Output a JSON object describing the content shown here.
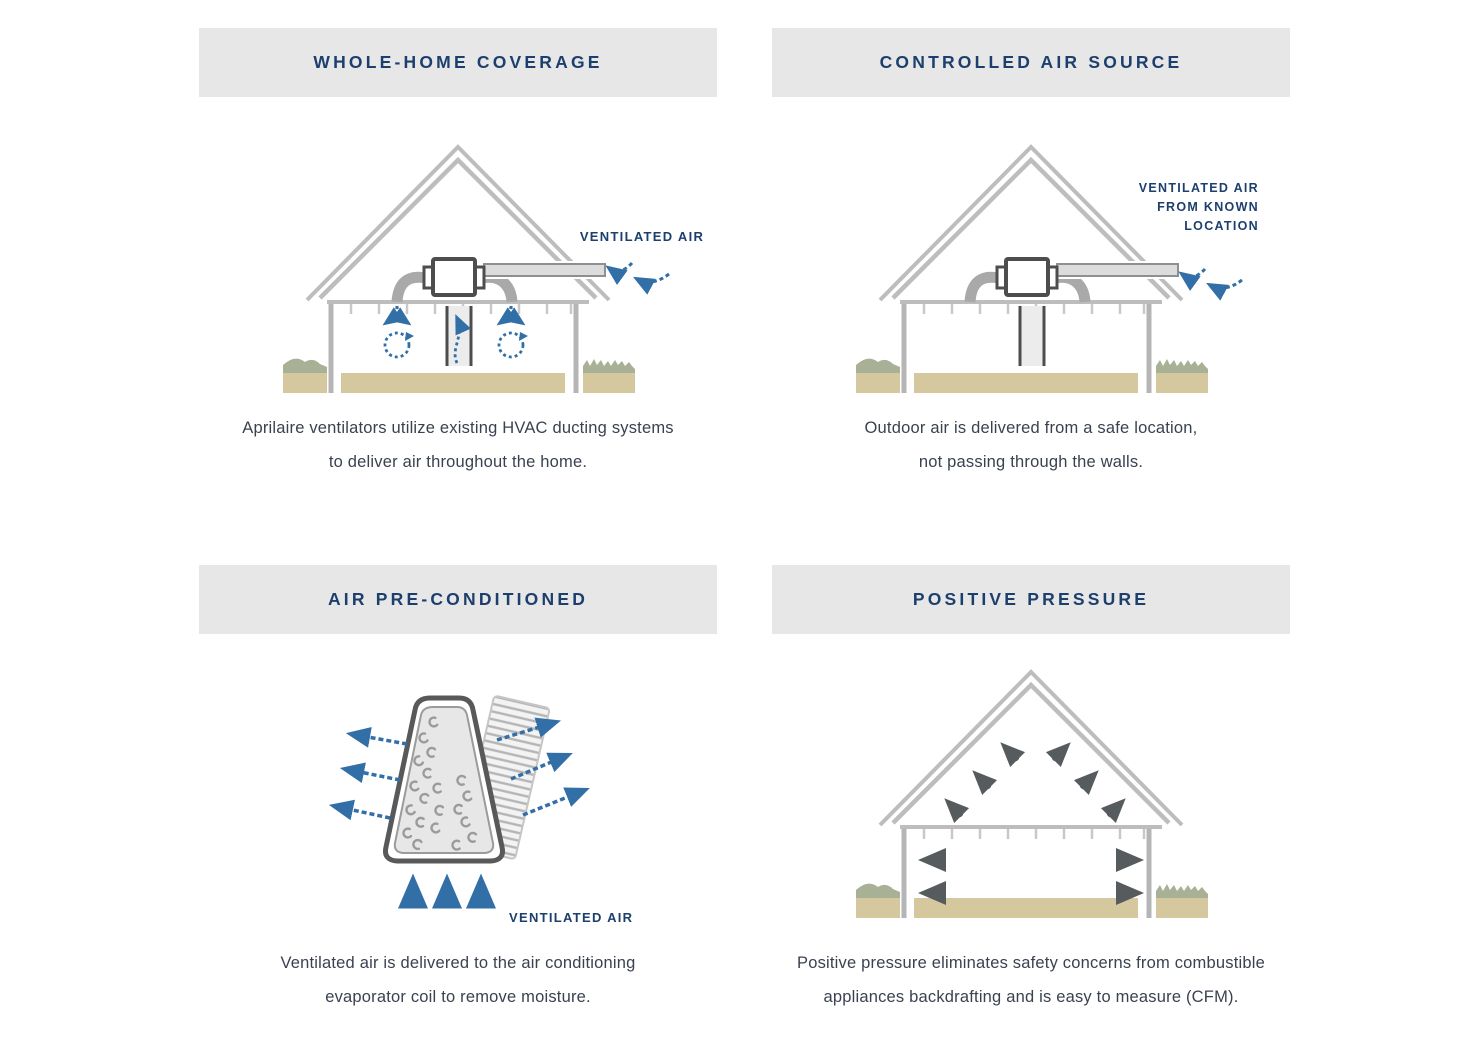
{
  "colors": {
    "header_bg": "#e7e7e7",
    "navy_text": "#1c3f6e",
    "caption_text": "#3a4250",
    "blue_arrow": "#336fa7",
    "dark_arrow": "#565b5e",
    "structure_gray": "#bdbdbd",
    "duct_gray": "#a9a9a9",
    "unit_outline": "#4d4d4d",
    "floor_tan": "#d5c79e",
    "grass_green": "#a8b096"
  },
  "panels": {
    "whole_home": {
      "title": "WHOLE-HOME COVERAGE",
      "label_ventilated_air": "VENTILATED AIR",
      "caption_lines": [
        "Aprilaire ventilators utilize existing HVAC ducting systems",
        "to deliver air throughout the home."
      ]
    },
    "controlled_air": {
      "title": "CONTROLLED AIR SOURCE",
      "label_lines": [
        "VENTILATED AIR",
        "FROM KNOWN",
        "LOCATION"
      ],
      "caption_lines": [
        "Outdoor air is delivered from a safe location,",
        "not passing through the walls."
      ]
    },
    "pre_conditioned": {
      "title": "AIR PRE-CONDITIONED",
      "label_ventilated_air": "VENTILATED AIR",
      "caption_lines": [
        "Ventilated air is delivered to the air conditioning",
        "evaporator coil to remove moisture."
      ]
    },
    "positive_pressure": {
      "title": "POSITIVE PRESSURE",
      "caption_lines": [
        "Positive pressure eliminates safety concerns from combustible",
        "appliances backdrafting and is easy to measure (CFM)."
      ]
    }
  }
}
